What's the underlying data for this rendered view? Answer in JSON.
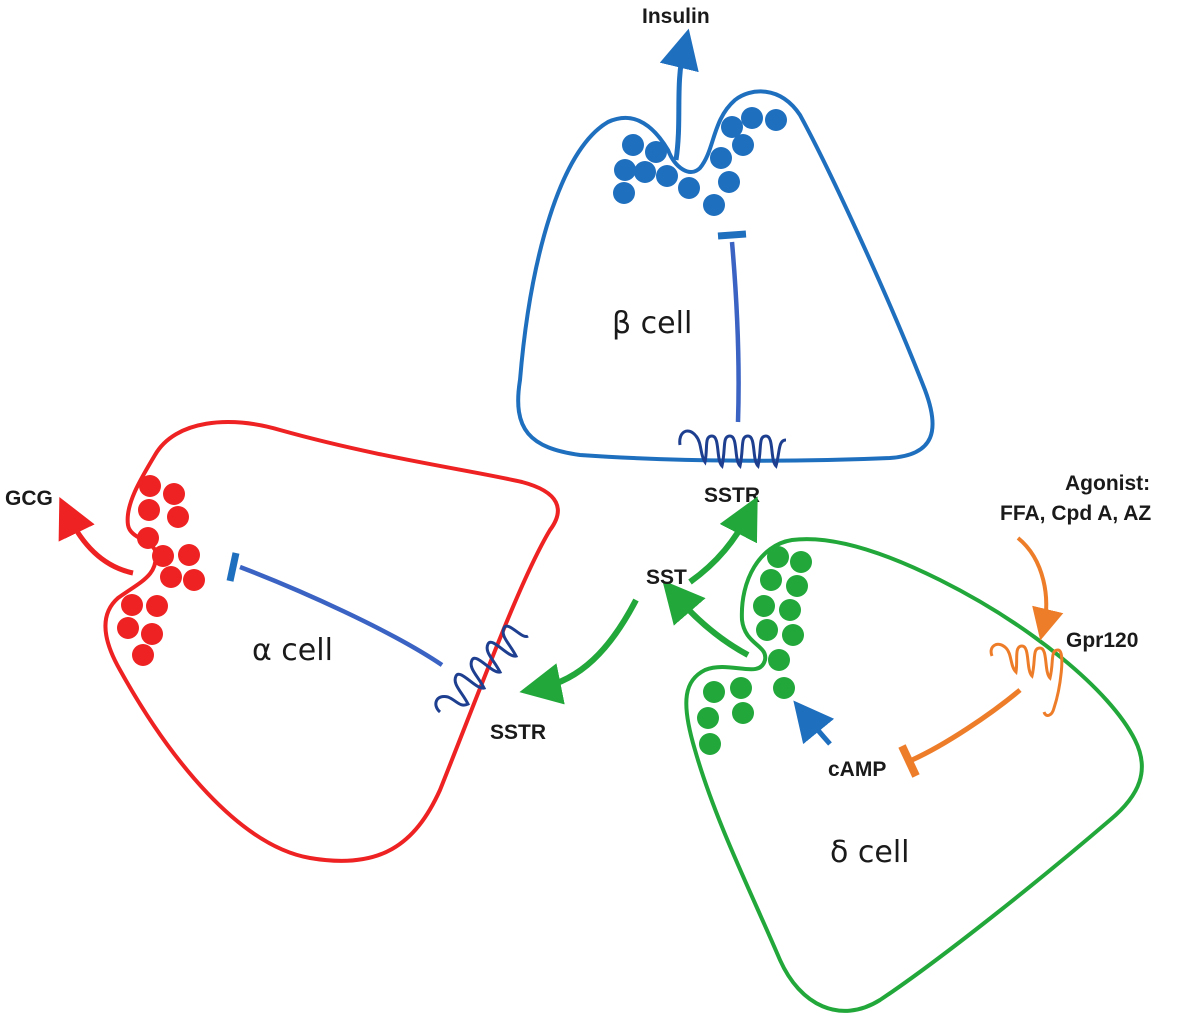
{
  "labels": {
    "insulin": "Insulin",
    "gcg": "GCG",
    "beta_cell": "β cell",
    "alpha_cell": "α cell",
    "delta_cell": "δ cell",
    "sstr_beta": "SSTR",
    "sstr_alpha": "SSTR",
    "sst": "SST",
    "agonist_title": "Agonist:",
    "agonist_list": "FFA, Cpd A, AZ",
    "gpr120": "Gpr120",
    "camp": "cAMP"
  },
  "colors": {
    "beta": "#1f6fbf",
    "alpha": "#ee2222",
    "delta": "#22a83a",
    "receptor": "#1e3f8f",
    "inhibit": "#3b63c4",
    "gpr120": "#ee7d2a",
    "text": "#1a1a1a"
  }
}
